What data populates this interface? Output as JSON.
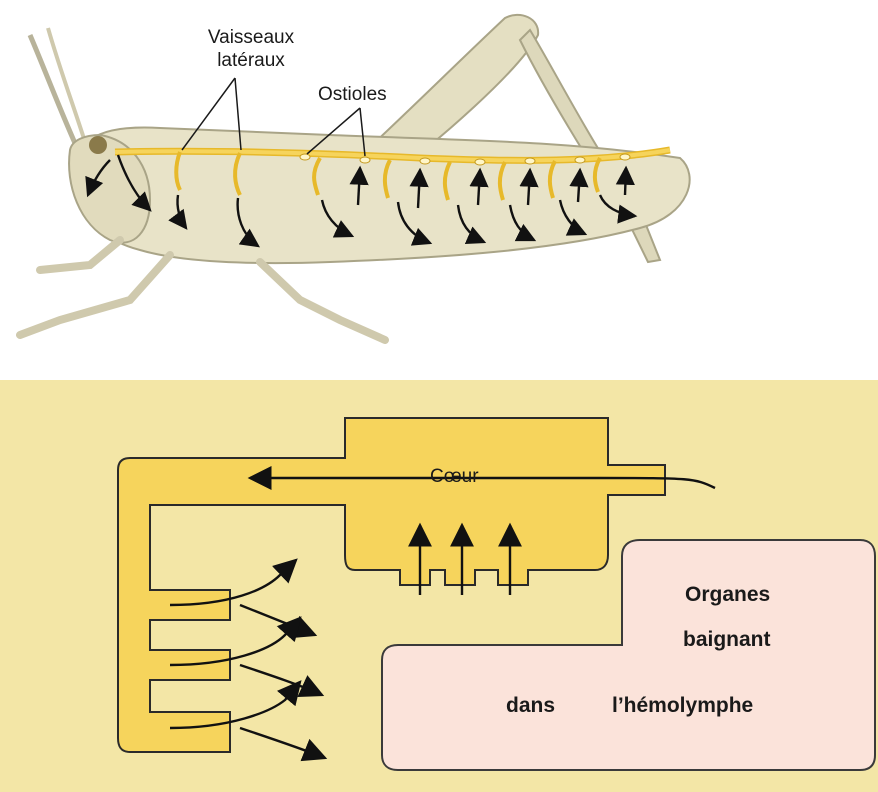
{
  "labels": {
    "vaisseaux_line1": "Vaisseaux",
    "vaisseaux_line2": "latéraux",
    "ostioles": "Ostioles",
    "coeur": "Cœur",
    "organes_line1": "Organes",
    "organes_line2": "baignant",
    "organes_line3a": "dans",
    "organes_line3b": "l’hémolymphe"
  },
  "colors": {
    "vessel_yellow": "#f6d45c",
    "vessel_outline": "#2a2a2a",
    "organ_fill": "#fbe3da",
    "organ_outline": "#3a3a3a",
    "page_background": "#f3e6a6",
    "insect_body": "#e8e3c8",
    "arrow": "#111111"
  }
}
